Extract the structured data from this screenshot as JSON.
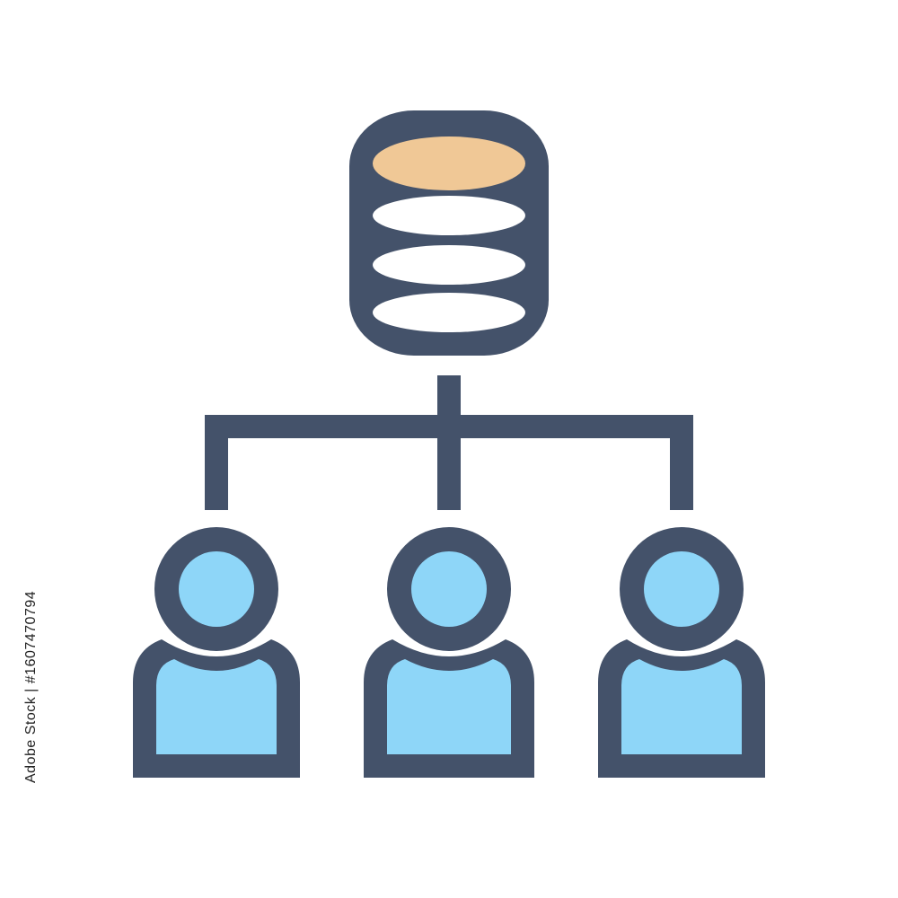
{
  "image": {
    "subject": "database connected to three users",
    "side_text": "Adobe Stock | #1607470794"
  },
  "colors": {
    "outline": "#44526a",
    "cylinder_top": "#f0c896",
    "cylinder_band": "#ffffff",
    "user_fill": "#8ed6f8",
    "background": "#ffffff"
  },
  "icons": {
    "database": "database-icon",
    "network": "hierarchy-connector",
    "user": "user-icon"
  }
}
